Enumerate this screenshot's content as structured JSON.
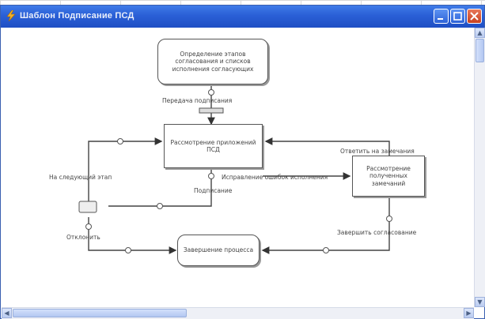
{
  "window": {
    "title": "Шаблон Подписание ПСД",
    "buttons": {
      "minimize": "minimize-icon",
      "maximize": "maximize-icon",
      "close": "close-icon"
    }
  },
  "diagram": {
    "nodes": {
      "start": "Определение этапов согласования и списков исполнения согласующих",
      "review": "Рассмотрение приложений ПСД",
      "remarks": "Рассмотрение полученных замечаний",
      "end": "Завершение процесса"
    },
    "labels": {
      "transfer_sign": "Передача подписания",
      "next_stage": "На следующий этап",
      "sign": "Подписание",
      "fix_errors": "Исправление ошибок исполнения",
      "reply_remarks": "Ответить на замечания",
      "rejected": "Отклонить",
      "finish_approval": "Завершить согласование"
    }
  },
  "icons": {
    "app": "bolt-icon",
    "scroll_left": "arrow-left-icon",
    "scroll_right": "arrow-right-icon",
    "scroll_up": "arrow-up-icon",
    "scroll_down": "arrow-down-icon"
  },
  "colors": {
    "titlebar": "#2a5fd6",
    "close_button": "#c8411f",
    "connector": "#444444",
    "node_border": "#555555"
  }
}
